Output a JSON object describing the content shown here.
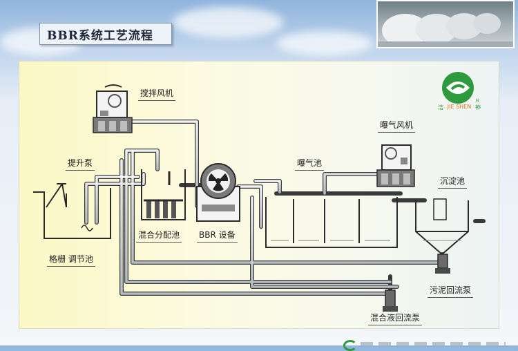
{
  "title": "BBR系统工艺流程",
  "logo": {
    "text_left": "洁",
    "text_mid": "JIE SHEN",
    "text_right": "神",
    "mark": "®",
    "color": "#2d9a3e"
  },
  "labels": {
    "blower_mix": "搅拌风机",
    "lift_pump": "提升泵",
    "grid_tank": "格栅 调节池",
    "mix_distribution": "混合分配池",
    "bbr_equipment": "BBR 设备",
    "aeration_tank": "曝气池",
    "aeration_blower": "曝气风机",
    "settling_tank": "沉淀池",
    "sludge_pump": "污泥回流泵",
    "mixed_liquor_pump": "混合液回流泵"
  },
  "colors": {
    "pipe": "#c8ccd0",
    "pipe_edge": "#3c3c3c",
    "tank_line": "#2a2a2a",
    "machine": "#6e6e6e"
  }
}
